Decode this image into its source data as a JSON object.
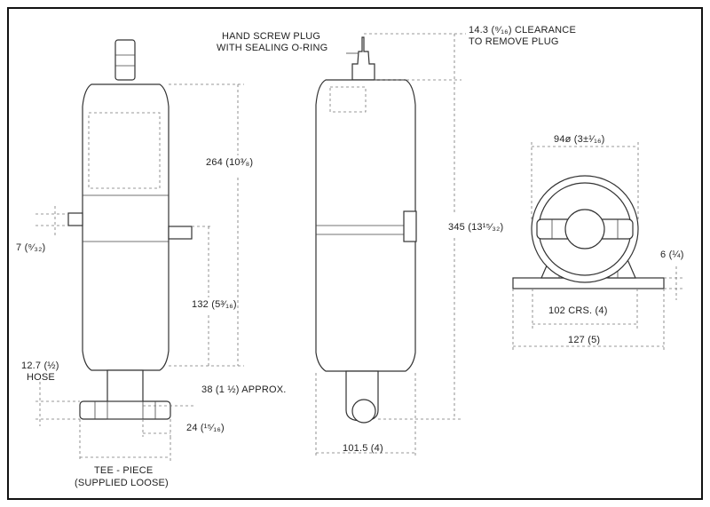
{
  "labels": {
    "hand_screw_plug_1": "HAND SCREW PLUG",
    "hand_screw_plug_2": "WITH SEALING O-RING",
    "clearance_1": "14.3 (⁹⁄₁₆) CLEARANCE",
    "clearance_2": "TO REMOVE PLUG",
    "height_264": "264 (10³⁄₈)",
    "height_345": "345 (13¹⁵⁄₃₂)",
    "dim_7": "7 (⁹⁄₃₂)",
    "dim_132": "132 (5³⁄₁₆)",
    "hose_1": "12.7 (½)",
    "hose_2": "HOSE",
    "approx_38": "38 (1 ½) APPROX.",
    "dim_24": "24 (¹⁵⁄₁₆)",
    "tee_1": "TEE - PIECE",
    "tee_2": "(SUPPLIED LOOSE)",
    "dim_101": "101.5 (4)",
    "dia_94": "94ø (3±¹⁄₁₆)",
    "dim_6": "6 (¼)",
    "crs_102": "102 CRS. (4)",
    "dim_127": "127 (5)"
  },
  "colors": {
    "line": "#333333",
    "dim": "#777777",
    "text": "#222222"
  }
}
